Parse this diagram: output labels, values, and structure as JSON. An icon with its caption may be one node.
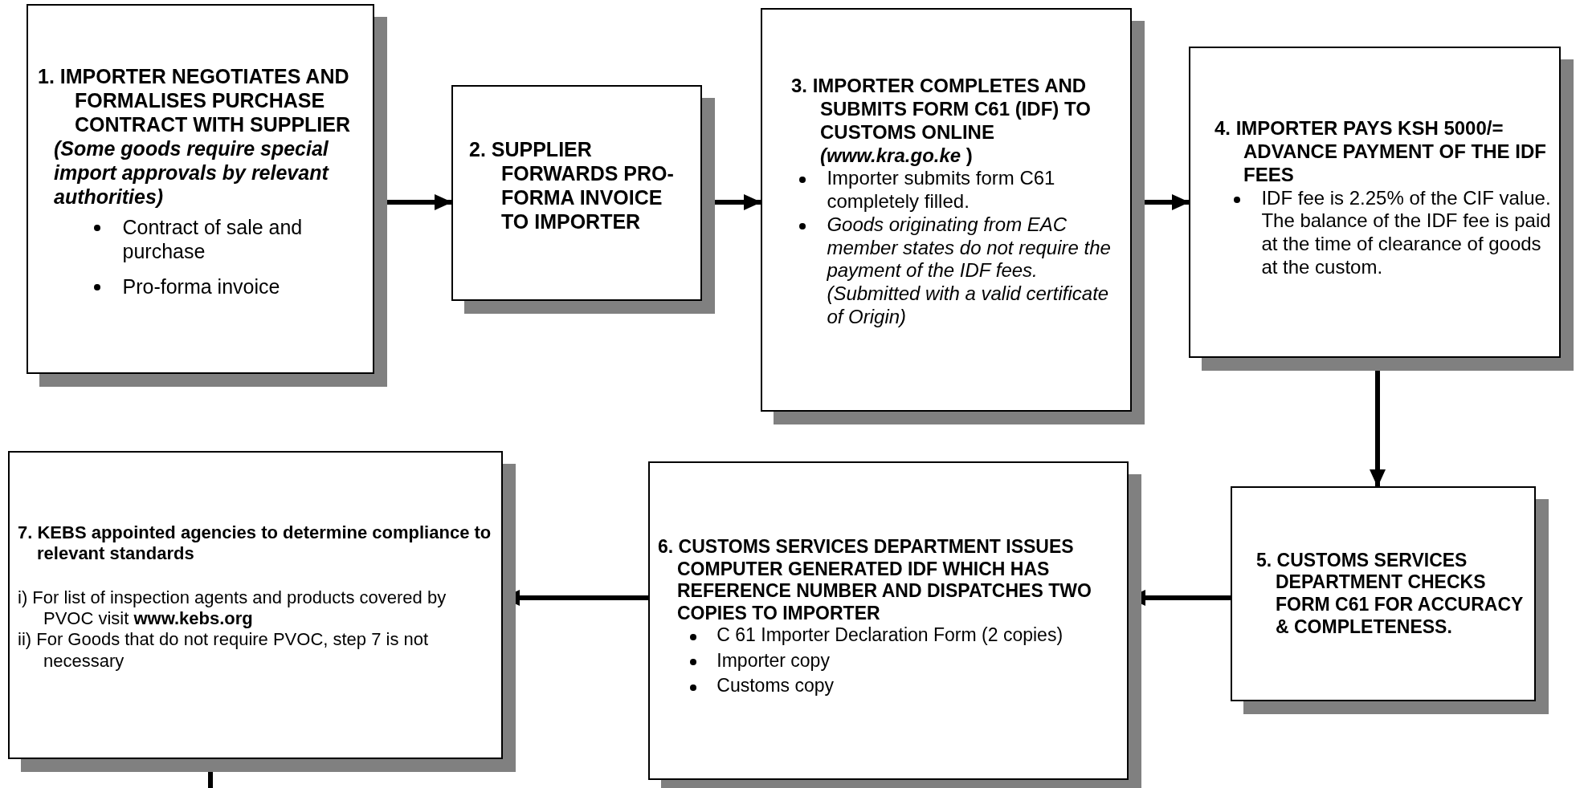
{
  "diagram": {
    "nodes": [
      {
        "text": [
          "1. IMPORTER NEGOTIATES AND FORMALISES PURCHASE CONTRACT WITH SUPPLIER",
          "(Some goods require special import approvals by relevant authorities)",
          "Contract of sale and purchase",
          "Pro-forma invoice"
        ]
      },
      {
        "text": [
          "2. SUPPLIER FORWARDS PRO-FORMA INVOICE TO IMPORTER"
        ]
      },
      {
        "text": [
          "3. IMPORTER COMPLETES AND SUBMITS FORM C61 (IDF) TO CUSTOMS ONLINE *(www.kra.go.ke* )",
          "Importer submits form C61 completely filled.",
          "Goods originating from EAC member states do not require the payment of the IDF fees. (Submitted with a valid certificate of Origin)"
        ]
      },
      {
        "text": [
          "4. IMPORTER PAYS KSH 5000/= ADVANCE PAYMENT OF THE IDF FEES",
          "IDF fee is 2.25% of the CIF value. The balance of the IDF fee is paid at the time of clearance of goods at the custom."
        ]
      },
      {
        "text": [
          "5. CUSTOMS SERVICES DEPARTMENT CHECKS FORM C61 FOR ACCURACY & COMPLETENESS."
        ]
      },
      {
        "text": [
          "6. CUSTOMS SERVICES DEPARTMENT ISSUES COMPUTER GENERATED IDF WHICH HAS REFERENCE NUMBER AND DISPATCHES TWO COPIES TO IMPORTER",
          "C 61 Importer Declaration Form (2 copies)",
          "Importer copy",
          "Customs copy"
        ]
      },
      {
        "text": [
          "7. KEBS appointed agencies to determine compliance to relevant standards",
          "i) For list of inspection agents and products covered by PVOC visit **www.kebs.org**",
          "ii) For Goods that do not require PVOC, step 7 is not necessary"
        ]
      }
    ],
    "edges": [
      {
        "from": 0,
        "to": 1,
        "arrow": "to"
      },
      {
        "from": 1,
        "to": 2,
        "arrow": "to"
      },
      {
        "from": 2,
        "to": 3,
        "arrow": "to"
      },
      {
        "from": 3,
        "to": 4,
        "arrow": "to"
      },
      {
        "from": 4,
        "to": 5,
        "arrow": "to"
      },
      {
        "from": 5,
        "to": 6,
        "arrow": "to"
      },
      {
        "from": 6,
        "to": null,
        "arrow": "none"
      }
    ]
  }
}
